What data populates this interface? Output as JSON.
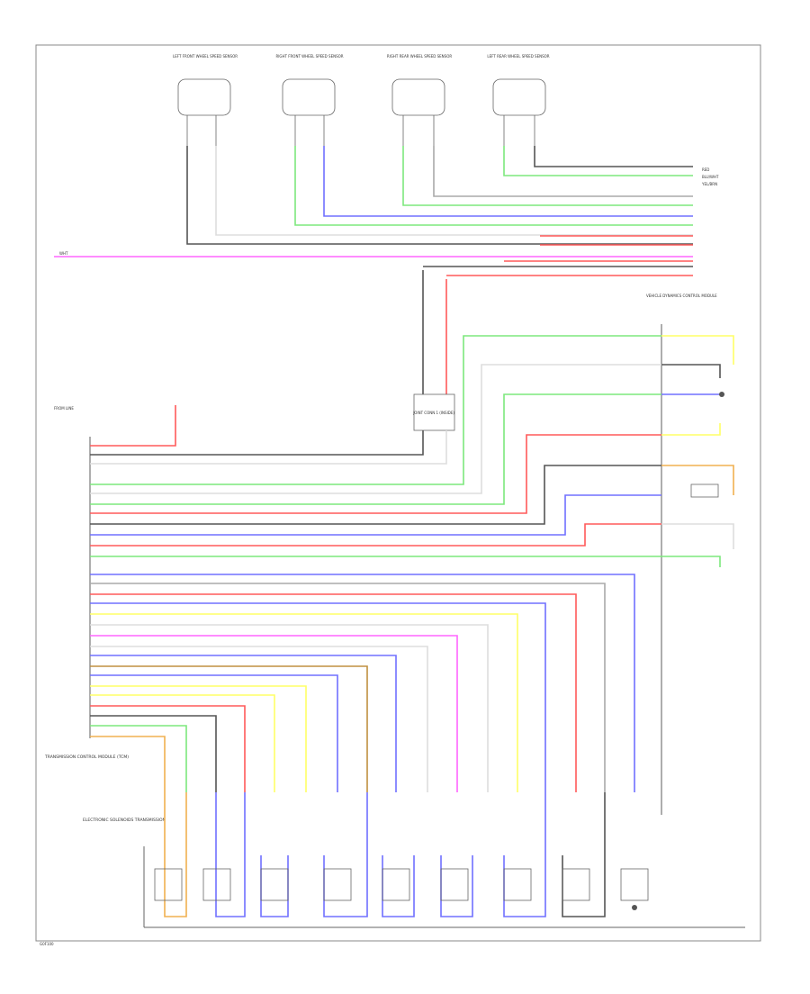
{
  "diagram": {
    "page_ref": "G0F100",
    "colors": {
      "black": "#555555",
      "white": "#dddddd",
      "red": "#ff5a5a",
      "green": "#7de87d",
      "blue": "#7070ff",
      "pink": "#ff66ff",
      "yellow": "#ffff66",
      "orange": "#f0b050",
      "gray": "#aaaaaa",
      "brown": "#c09040"
    },
    "top_sensors": [
      {
        "name": "LEFT FRONT WHEEL SPEED SENSOR"
      },
      {
        "name": "RIGHT FRONT WHEEL SPEED SENSOR"
      },
      {
        "name": "RIGHT REAR WHEEL SPEED SENSOR"
      },
      {
        "name": "LEFT REAR WHEEL SPEED SENSOR"
      }
    ],
    "middle_connector": {
      "name": "JOINT CONN 1 (INSIDE)"
    },
    "right_module": {
      "name": "VEHICLE DYNAMICS CONTROL MODULE"
    },
    "left_module": {
      "name": "TRANSMISSION CONTROL MODULE (TCM)"
    },
    "bottom_group": {
      "name": "ELECTRONIC SOLENOIDS TRANSMISSION"
    },
    "left_module_top_label": "FROM LINE",
    "rear_top_labels": [
      "RED",
      "BLU/WHT",
      "YEL/BRN"
    ],
    "wire_label": "WHT"
  }
}
